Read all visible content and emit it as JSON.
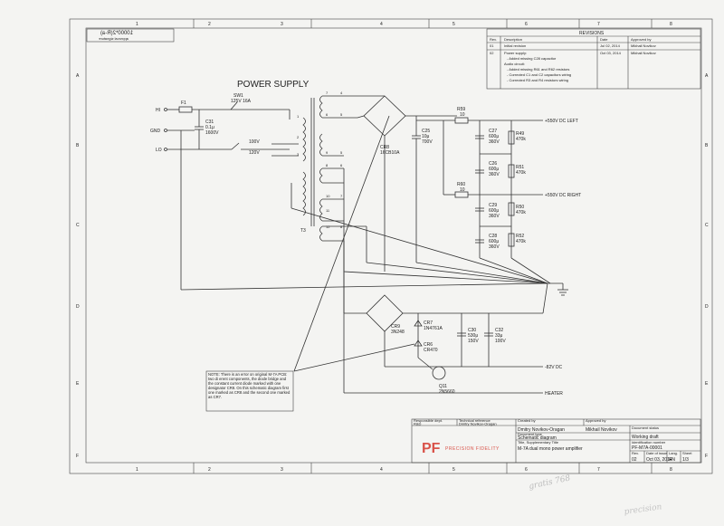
{
  "stamp": "10000*2(R-a)",
  "stamp_sub": "approval signature",
  "power_supply_title": "POWER SUPPLY",
  "columns": [
    "1",
    "2",
    "3",
    "4",
    "5",
    "6",
    "7",
    "8"
  ],
  "rows": [
    "A",
    "B",
    "C",
    "D",
    "E",
    "F"
  ],
  "revisions": {
    "header": "REVISIONS",
    "col_rev": "Rev.",
    "col_desc": "Description",
    "col_date": "Date",
    "col_approved": "Approved by",
    "rows": [
      {
        "rev": "01",
        "desc": [
          "Initial revision"
        ],
        "date": "Jul 02, 2014",
        "by": "Mikhail Novikov"
      },
      {
        "rev": "02",
        "desc": [
          "Power supply:",
          "- Added missing C28 capacitor",
          "Audio circuit:",
          "- Added missing R61 and R62 resistors",
          "- Corrected C1 and C2 capacitors wiring",
          "- Corrected R3 and R4 resistors wiring"
        ],
        "date": "Oct 03, 2014",
        "by": "Mikhail Novikov"
      }
    ]
  },
  "components": {
    "F1": "F1",
    "SW1": [
      "SW1",
      "125V 16A"
    ],
    "C31": [
      "C31",
      "0.1μ",
      "1600V"
    ],
    "T3": "T3",
    "CR8": [
      "CR8",
      "16CB10A"
    ],
    "C25": [
      "C25",
      "10μ",
      "700V"
    ],
    "R59": [
      "R59",
      "10"
    ],
    "R60": [
      "R60",
      "10"
    ],
    "C27": [
      "C27",
      "600μ",
      "360V"
    ],
    "C26": [
      "C26",
      "600μ",
      "360V"
    ],
    "C29": [
      "C29",
      "600μ",
      "360V"
    ],
    "C28": [
      "C28",
      "600μ",
      "360V"
    ],
    "R49": [
      "R49",
      "470k"
    ],
    "R51": [
      "R51",
      "470k"
    ],
    "R50": [
      "R50",
      "470k"
    ],
    "R52": [
      "R52",
      "470k"
    ],
    "CR9": [
      "CR9",
      "3N248"
    ],
    "CR7": [
      "CR7",
      "1N4761A"
    ],
    "CR6": [
      "CR6",
      "CR470"
    ],
    "Q11": [
      "Q11",
      "2N5660"
    ],
    "C30": [
      "C30",
      "530μ",
      "150V"
    ],
    "C32": [
      "C32",
      "33μ",
      "100V"
    ],
    "v100": "100V",
    "v120": "120V"
  },
  "pins": [
    "1",
    "2",
    "3",
    "4",
    "5",
    "6",
    "7",
    "8",
    "9",
    "10",
    "11",
    "12"
  ],
  "terminals": {
    "HI": "HI",
    "GND": "GND",
    "LO": "LO"
  },
  "outputs": {
    "left": "+550V DC   LEFT",
    "right": "+550V DC   RIGHT",
    "neg": "-82V DC",
    "heater": "HEATER"
  },
  "note": "NOTE: There is an error on original M-7A PCB: two di erent components, the diode bridge and the constant current diode marked with one designator CR8. On this schematic diagram first one marked as CR8 and the second one marked as CR7.",
  "title_block": {
    "resp_dept_label": "Responsible dept.",
    "resp_dept": "R&D",
    "tech_ref_label": "Technical reference",
    "tech_ref": "Dmitry Novikov-Oragan",
    "created_by_label": "Created by",
    "created_by": "Dmitry Novikov-Oragan",
    "approved_by_label": "Approved by",
    "approved_by": "Mikhail Novikov",
    "doc_type_label": "Document type",
    "doc_type": "Schematic diagram",
    "doc_status_label": "Document status",
    "doc_status": "Working draft",
    "title_label": "Title, Supplementary Title",
    "title": "M-7A dual mono power amplifier",
    "ident_label": "Identification number",
    "ident": "PF-M7A-00001",
    "rev_label": "Rev.",
    "rev": "02",
    "date_label": "Date of issue",
    "date": "Oct 03, 2014",
    "lang_label": "Lang.",
    "lang": "EN",
    "sheet_label": "Sheet",
    "sheet": "1/3",
    "logo_text": "PF",
    "company": "PRECISION FIDELITY"
  },
  "handwriting": [
    "gratis 768",
    "precision"
  ]
}
